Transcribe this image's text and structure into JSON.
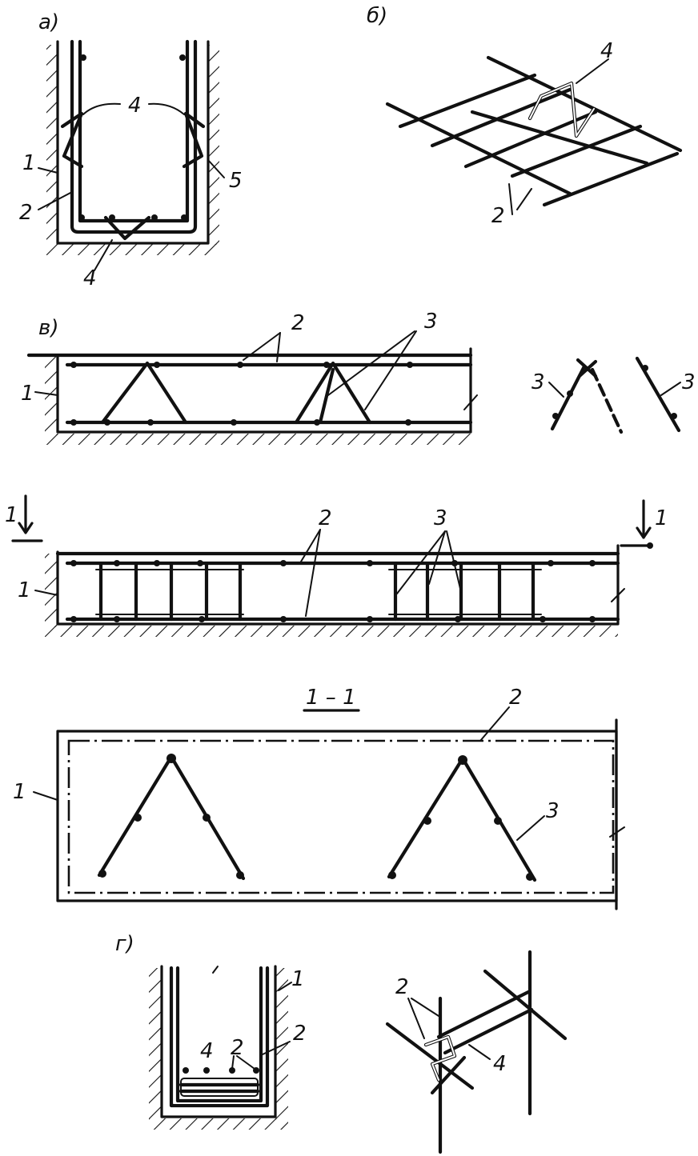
{
  "panels": {
    "a": {
      "letter": "а)",
      "callouts": [
        "1",
        "2",
        "4",
        "4",
        "5"
      ]
    },
    "b": {
      "letter": "б)",
      "callouts": [
        "4",
        "2"
      ]
    },
    "v": {
      "letter": "в)",
      "top_callouts": [
        "2",
        "3",
        "1"
      ],
      "detail_callouts": [
        "3",
        "3"
      ],
      "middle_callouts": [
        "1",
        "1",
        "2",
        "3",
        "1"
      ],
      "section_title": "1 – 1",
      "section_callouts": [
        "2",
        "1",
        "3"
      ]
    },
    "g": {
      "letter": "г)",
      "callouts": [
        "1",
        "2",
        "4",
        "2",
        "2",
        "4"
      ]
    }
  }
}
